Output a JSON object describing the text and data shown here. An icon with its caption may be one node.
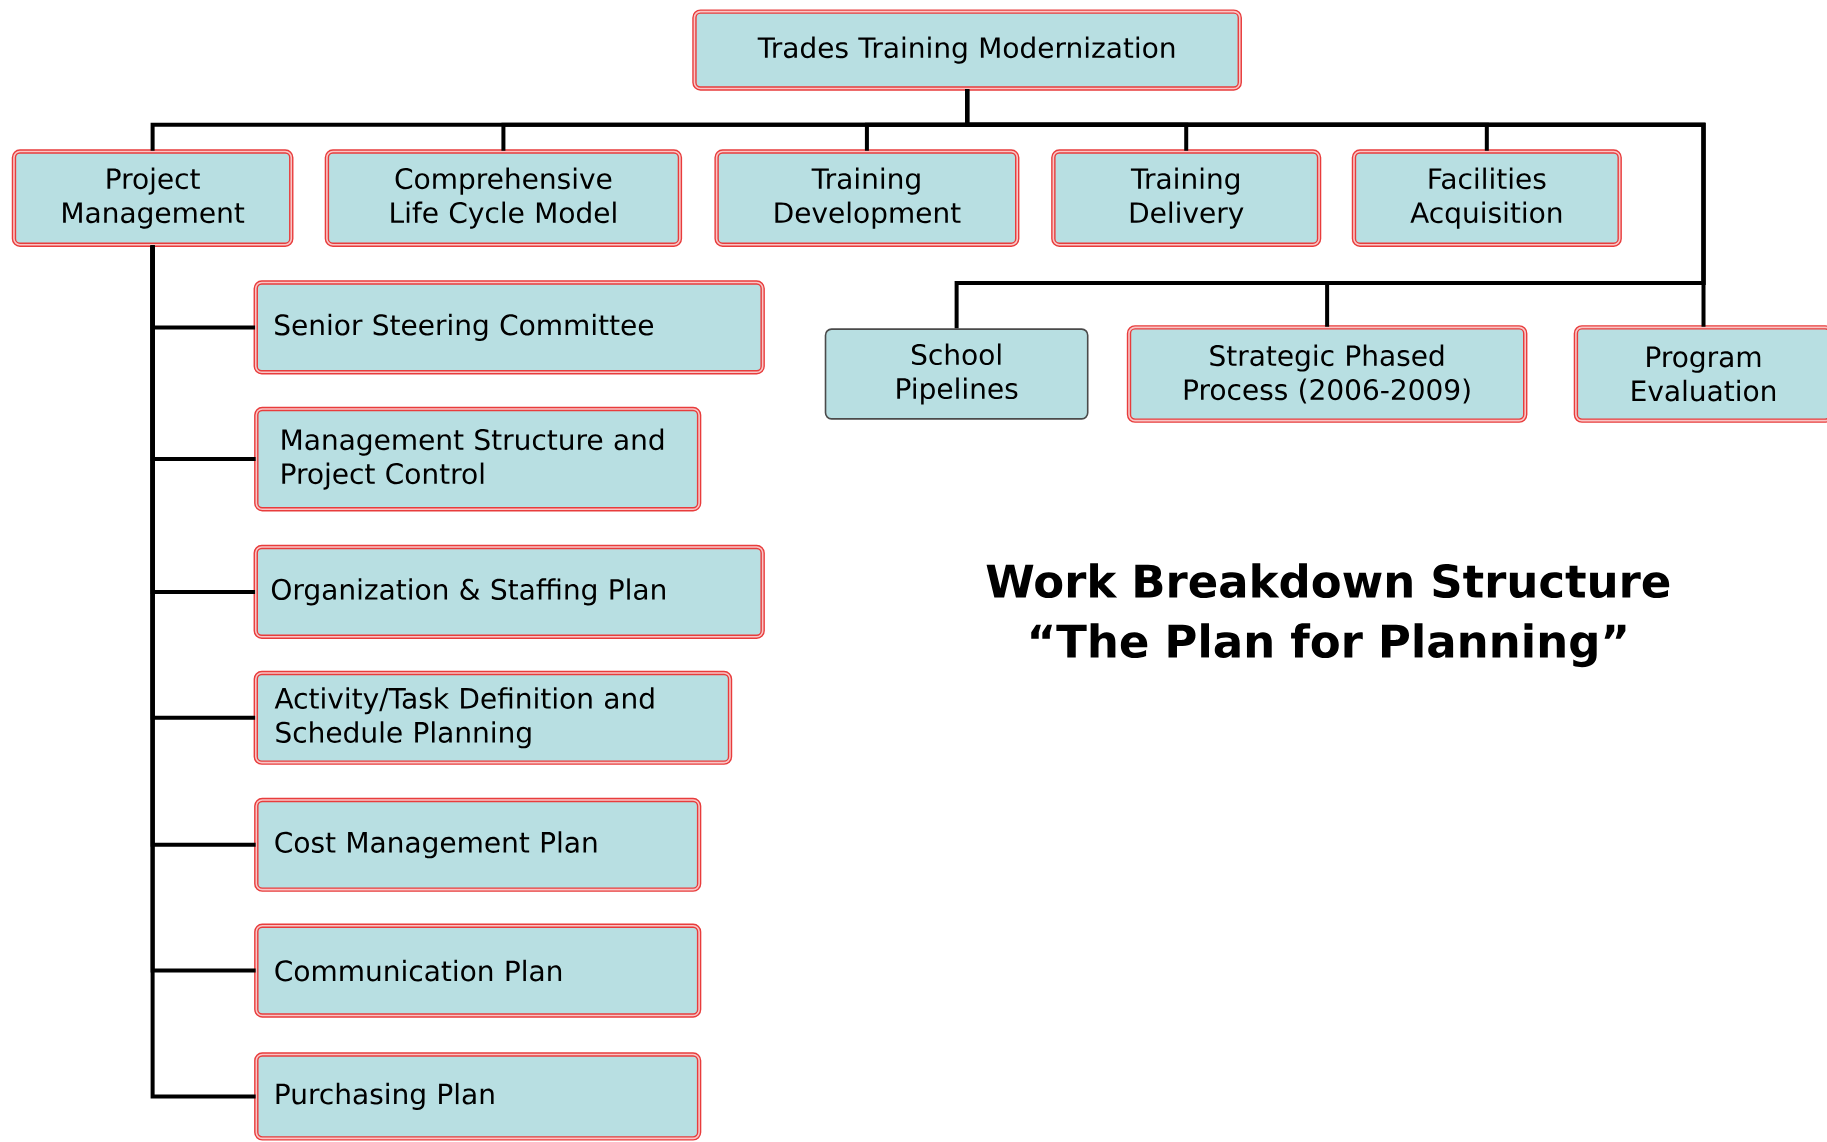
{
  "diagram": {
    "title": "Work Breakdown Structure “The Plan for Planning”",
    "nodes": [
      {
        "text": [
          "Trades Training Modernization"
        ]
      },
      {
        "text": [
          "Project Management"
        ]
      },
      {
        "text": [
          "Comprehensive Life Cycle Model"
        ]
      },
      {
        "text": [
          "Training Development"
        ]
      },
      {
        "text": [
          "Training Delivery"
        ]
      },
      {
        "text": [
          "Facilities Acquisition"
        ]
      },
      {
        "text": [
          "School Pipelines"
        ]
      },
      {
        "text": [
          "Strategic Phased Process (2006-2009)"
        ]
      },
      {
        "text": [
          "Program Evaluation"
        ]
      },
      {
        "text": [
          "Senior Steering Committee"
        ]
      },
      {
        "text": [
          "Management Structure and Project Control"
        ]
      },
      {
        "text": [
          "Organization & Staffing Plan"
        ]
      },
      {
        "text": [
          "Activity/Task Definition and Schedule Planning"
        ]
      },
      {
        "text": [
          "Cost Management Plan"
        ]
      },
      {
        "text": [
          "Communication Plan"
        ]
      },
      {
        "text": [
          "Purchasing Plan"
        ]
      }
    ],
    "edges": [
      {
        "from": 0,
        "to": 1,
        "arrow": "none"
      },
      {
        "from": 0,
        "to": 2,
        "arrow": "none"
      },
      {
        "from": 0,
        "to": 3,
        "arrow": "none"
      },
      {
        "from": 0,
        "to": 4,
        "arrow": "none"
      },
      {
        "from": 0,
        "to": 5,
        "arrow": "none"
      },
      {
        "from": 0,
        "to": 6,
        "arrow": "none"
      },
      {
        "from": 0,
        "to": 7,
        "arrow": "none"
      },
      {
        "from": 0,
        "to": 8,
        "arrow": "none"
      },
      {
        "from": 1,
        "to": 9,
        "arrow": "none"
      },
      {
        "from": 1,
        "to": 10,
        "arrow": "none"
      },
      {
        "from": 1,
        "to": 11,
        "arrow": "none"
      },
      {
        "from": 1,
        "to": 12,
        "arrow": "none"
      },
      {
        "from": 1,
        "to": 13,
        "arrow": "none"
      },
      {
        "from": 1,
        "to": 14,
        "arrow": "none"
      },
      {
        "from": 1,
        "to": 15,
        "arrow": "none"
      }
    ]
  }
}
